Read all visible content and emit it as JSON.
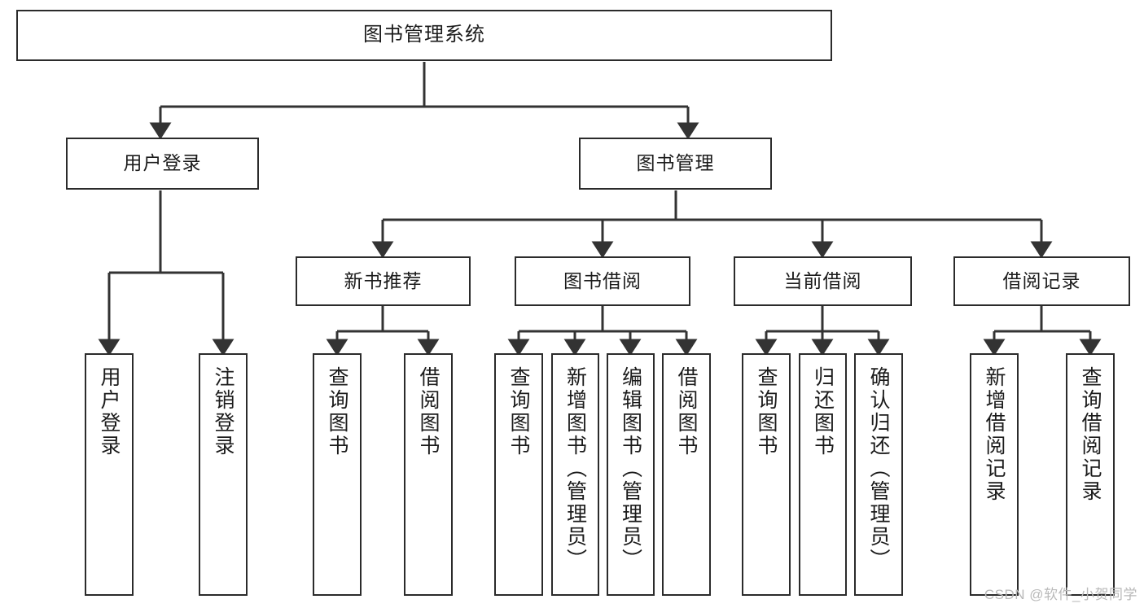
{
  "diagram": {
    "type": "tree-hierarchy",
    "title": "图书管理系统",
    "watermark": "CSDN @软件_小贺同学",
    "colors": {
      "box_border": "#2b2b2b",
      "box_fill": "#ffffff",
      "connector": "#333333",
      "text": "#1b1b1b",
      "watermark": "#b9b9b9"
    },
    "levels": {
      "root": {
        "label": "图书管理系统"
      },
      "level2": [
        {
          "label": "用户登录"
        },
        {
          "label": "图书管理"
        }
      ],
      "level3": [
        {
          "label": "新书推荐"
        },
        {
          "label": "图书借阅"
        },
        {
          "label": "当前借阅"
        },
        {
          "label": "借阅记录"
        }
      ],
      "leaves": [
        {
          "label": "用户登录",
          "parent": "用户登录"
        },
        {
          "label": "注销登录",
          "parent": "用户登录"
        },
        {
          "label": "查询图书",
          "parent": "新书推荐"
        },
        {
          "label": "借阅图书",
          "parent": "新书推荐"
        },
        {
          "label": "查询图书",
          "parent": "图书借阅"
        },
        {
          "label": "新增图书（管理员）",
          "parent": "图书借阅"
        },
        {
          "label": "编辑图书（管理员）",
          "parent": "图书借阅"
        },
        {
          "label": "借阅图书",
          "parent": "图书借阅"
        },
        {
          "label": "查询图书",
          "parent": "当前借阅"
        },
        {
          "label": "归还图书",
          "parent": "当前借阅"
        },
        {
          "label": "确认归还（管理员）",
          "parent": "当前借阅"
        },
        {
          "label": "新增借阅记录",
          "parent": "借阅记录"
        },
        {
          "label": "查询借阅记录",
          "parent": "借阅记录"
        }
      ]
    }
  }
}
